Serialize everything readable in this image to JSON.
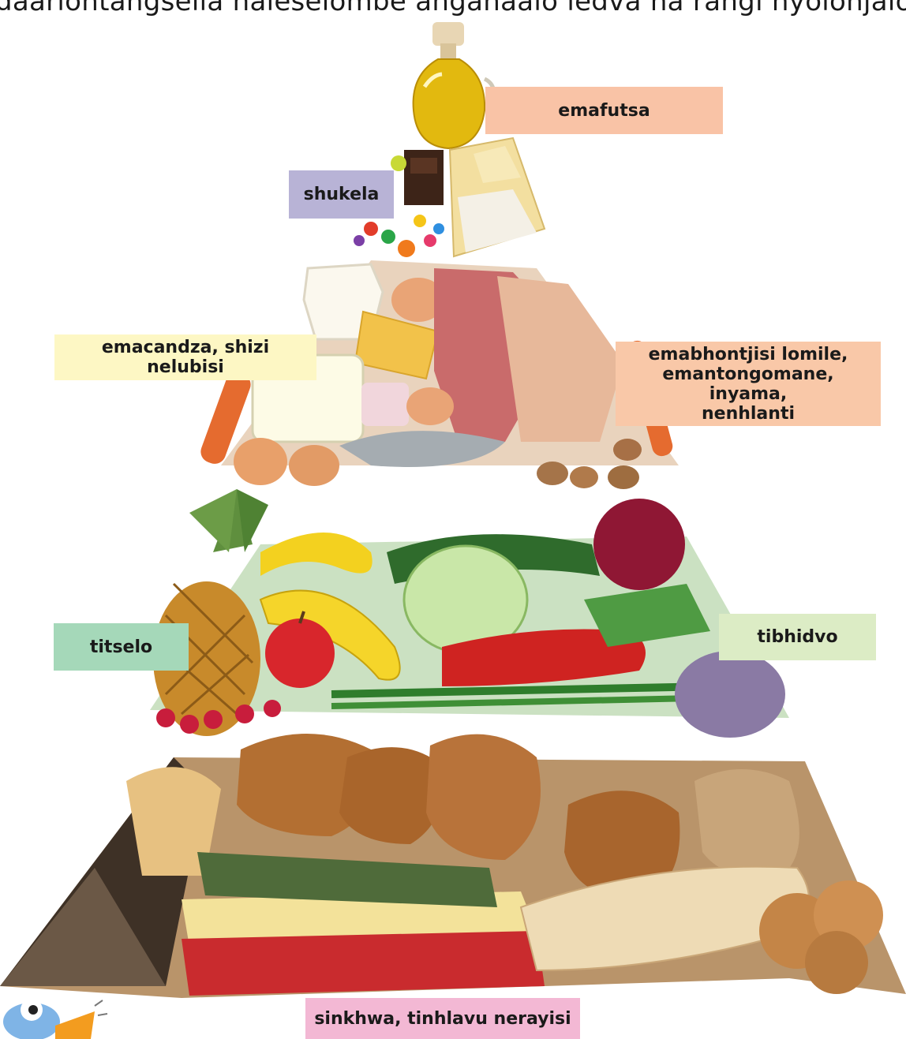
{
  "caption": "daarlontangsella naleselombe anganaalo ledva na rangi nyolonjalo",
  "labels": {
    "fats": "emafutsa",
    "sugar": "shukela",
    "eggs_cheese": "emacandza, shizi nelubisi",
    "protein_line1": "emabhontjisi lomile,",
    "protein_line2": "emantongomane, inyama,",
    "protein_line3": "nenhlanti",
    "fruit": "titselo",
    "vegetables": "tibhidvo",
    "grains": "sinkhwa, tinhlavu nerayisi"
  },
  "colors": {
    "fats": "#f9c3a6",
    "sugar": "#b8b3d6",
    "eggs_cheese": "#fdf7c4",
    "protein": "#f9c8a8",
    "fruit": "#a5d8b9",
    "vegetables": "#dcecc5",
    "grains": "#f3b8d4"
  },
  "icons": {
    "oil": "oil-bottle-icon",
    "sweets": "sweets-icon",
    "dairy_meat": "dairy-meat-icon",
    "produce": "fruit-vegetables-icon",
    "bread": "bread-grains-icon",
    "mascot": "mascot-icon"
  }
}
